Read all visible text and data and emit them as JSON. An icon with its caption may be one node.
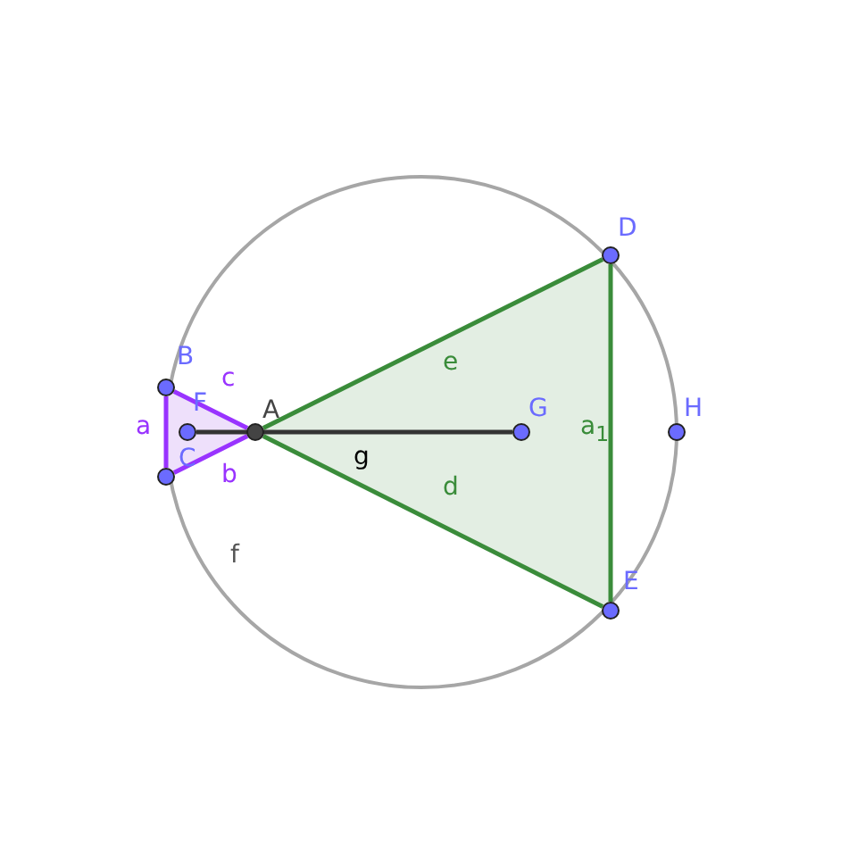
{
  "diagram": {
    "nodes": [
      {
        "text": [],
        "shape": "circle",
        "beside": [
          "A"
        ]
      },
      {
        "text": [],
        "shape": "circle",
        "beside": [
          "B"
        ]
      },
      {
        "text": [],
        "shape": "circle",
        "beside": [
          "C"
        ]
      },
      {
        "text": [],
        "shape": "circle",
        "beside": [
          "D"
        ]
      },
      {
        "text": [],
        "shape": "circle",
        "beside": [
          "E"
        ]
      },
      {
        "text": [],
        "shape": "circle",
        "beside": [
          "F"
        ]
      },
      {
        "text": [],
        "shape": "circle",
        "beside": [
          "G"
        ]
      },
      {
        "text": [],
        "shape": "circle",
        "beside": [
          "H"
        ]
      }
    ],
    "edges": [
      {
        "from": 1,
        "to": 2,
        "arrow": "none",
        "label": "a",
        "color": "#9933ff"
      },
      {
        "from": 2,
        "to": 0,
        "arrow": "none",
        "label": "b",
        "color": "#9933ff"
      },
      {
        "from": 0,
        "to": 1,
        "arrow": "none",
        "label": "c",
        "color": "#9933ff"
      },
      {
        "from": 0,
        "to": 3,
        "arrow": "none",
        "label": "e",
        "color": "#3a8c3a"
      },
      {
        "from": 0,
        "to": 4,
        "arrow": "none",
        "label": "d",
        "color": "#3a8c3a"
      },
      {
        "from": 3,
        "to": 4,
        "arrow": "none",
        "label": "a$_{1}$",
        "color": "#3a8c3a"
      },
      {
        "from": 5,
        "to": 6,
        "arrow": "none",
        "label": "g",
        "color": "#333333"
      }
    ],
    "labels": [
      "f"
    ]
  }
}
